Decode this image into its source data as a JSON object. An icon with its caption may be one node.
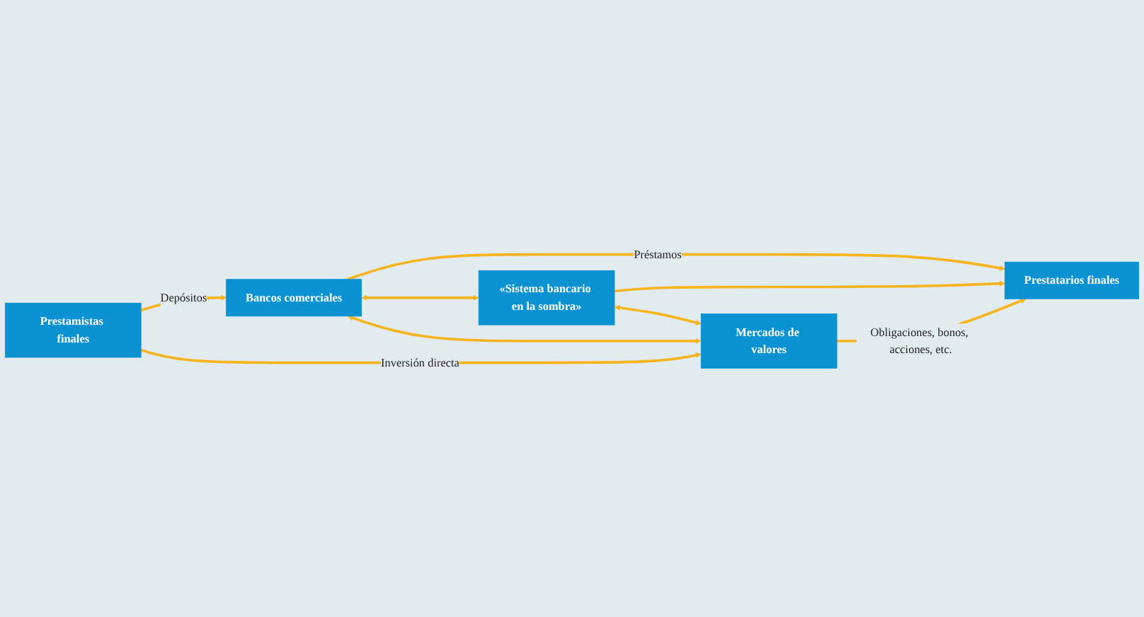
{
  "diagram": {
    "nodes": [
      {
        "text": [
          "Bancos comerciales"
        ]
      },
      {
        "text": [
          "Prestamistas finales"
        ]
      },
      {
        "text": [
          "«Sistema bancario en la sombra»"
        ]
      },
      {
        "text": [
          "Prestatarios finales"
        ]
      },
      {
        "text": [
          "Mercados de valores"
        ]
      }
    ],
    "edges": [
      {
        "from": 1,
        "to": 0,
        "arrow": "to",
        "label": "Depósitos"
      },
      {
        "from": 0,
        "to": 3,
        "arrow": "to",
        "label": "Préstamos"
      },
      {
        "from": 0,
        "to": 2,
        "arrow": "both"
      },
      {
        "from": 0,
        "to": 4,
        "arrow": "both"
      },
      {
        "from": 2,
        "to": 3,
        "arrow": "to"
      },
      {
        "from": 2,
        "to": 4,
        "arrow": "both"
      },
      {
        "from": 1,
        "to": 4,
        "arrow": "to",
        "label": "Inversión directa"
      },
      {
        "from": 4,
        "to": 3,
        "arrow": "to",
        "label": "Obligaciones, bonos, acciones, etc."
      }
    ]
  }
}
